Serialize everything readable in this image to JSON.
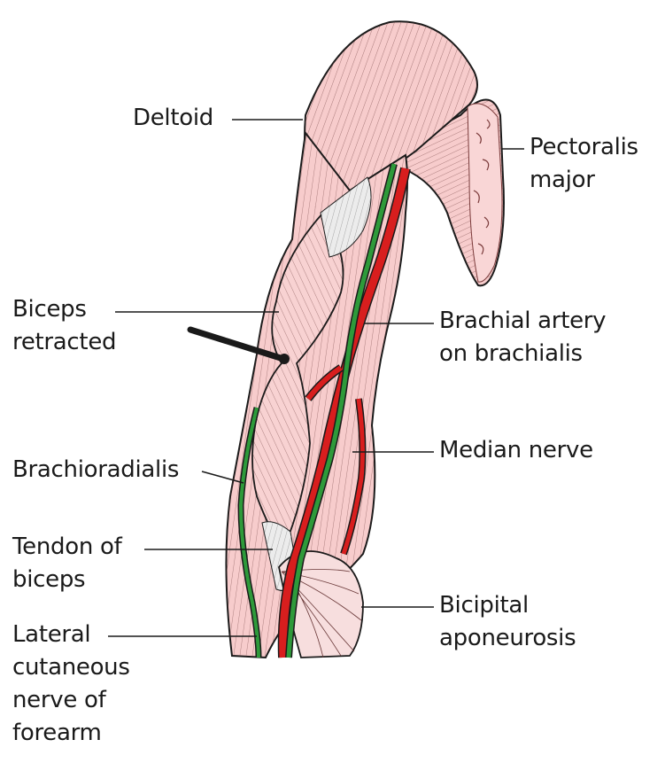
{
  "labels": {
    "deltoid": "Deltoid",
    "pectoralis_1": "Pectoralis",
    "pectoralis_2": "major",
    "biceps_1": "Biceps",
    "biceps_2": "retracted",
    "brachial_1": "Brachial artery",
    "brachial_2": "on brachialis",
    "median": "Median nerve",
    "brachioradialis": "Brachioradialis",
    "tendon_1": "Tendon of",
    "tendon_2": "biceps",
    "bicipital_1": "Bicipital",
    "bicipital_2": "aponeurosis",
    "lateral_1": "Lateral",
    "lateral_2": "cutaneous",
    "lateral_3": "nerve of",
    "lateral_4": "forearm"
  },
  "colors": {
    "muscle": "#f7cccc",
    "muscle_line": "#5a3030",
    "tendon": "#ececec",
    "artery": "#d81e1e",
    "nerve": "#2e9a3a",
    "outline": "#1a1a1a"
  }
}
